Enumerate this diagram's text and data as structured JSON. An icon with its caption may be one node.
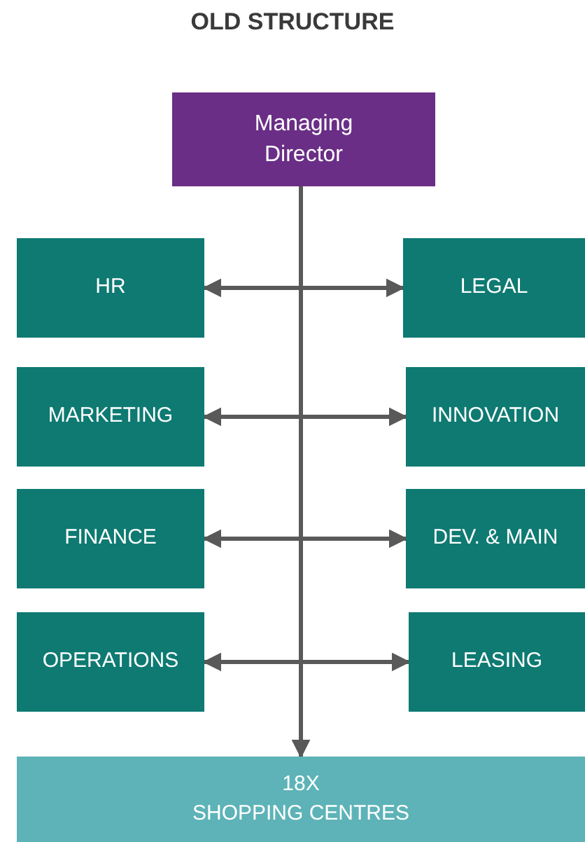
{
  "diagram": {
    "title": "OLD STRUCTURE",
    "nodes": [
      {
        "text": [
          "Managing Director"
        ]
      },
      {
        "text": [
          "HR"
        ]
      },
      {
        "text": [
          "LEGAL"
        ]
      },
      {
        "text": [
          "MARKETING"
        ]
      },
      {
        "text": [
          "INNOVATION"
        ]
      },
      {
        "text": [
          "FINANCE"
        ]
      },
      {
        "text": [
          "DEV. & MAIN"
        ]
      },
      {
        "text": [
          "OPERATIONS"
        ]
      },
      {
        "text": [
          "LEASING"
        ]
      },
      {
        "text": [
          "18X",
          "SHOPPING CENTRES"
        ]
      }
    ],
    "edges": [
      {
        "from": 0,
        "to": 9,
        "arrow": "to"
      },
      {
        "from": 1,
        "to": 2,
        "arrow": "both"
      },
      {
        "from": 3,
        "to": 4,
        "arrow": "both"
      },
      {
        "from": 5,
        "to": 6,
        "arrow": "both"
      },
      {
        "from": 7,
        "to": 8,
        "arrow": "both"
      }
    ]
  }
}
